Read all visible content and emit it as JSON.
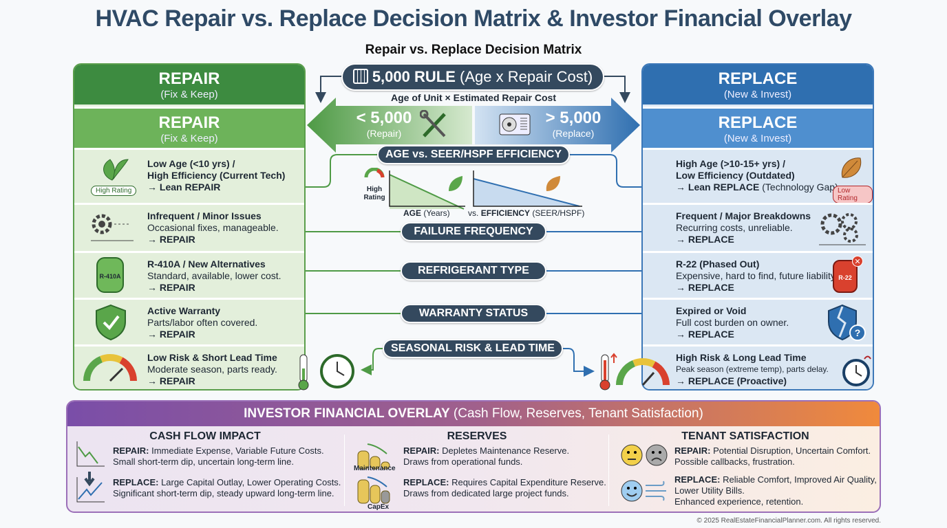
{
  "title": "HVAC Repair vs. Replace Decision Matrix & Investor Financial Overlay",
  "subtitle": "Repair vs. Replace Decision Matrix",
  "rule": {
    "bold": "5,000 RULE",
    "rest": "(Age x Repair Cost)",
    "formula": "Age of Unit × Estimated Repair Cost",
    "repair_value": "< 5,000",
    "repair_label": "(Repair)",
    "replace_value": "> 5,000",
    "replace_label": "(Replace)"
  },
  "factors": {
    "age": "AGE vs. SEER/HSPF EFFICIENCY",
    "failure": "FAILURE FREQUENCY",
    "refrigerant": "REFRIGERANT TYPE",
    "warranty": "WARRANTY STATUS",
    "seasonal": "SEASONAL RISK & LEAD TIME"
  },
  "age_chart": {
    "gauge_label_1": "High",
    "gauge_label_2": "Rating",
    "x_label_bold": "AGE",
    "x_label_rest": "(Years)",
    "y_prefix": "vs.",
    "y_label_bold": "EFFICIENCY",
    "y_label_rest": "(SEER/HSPF)"
  },
  "repair": {
    "title": "REPAIR",
    "sub": "(Fix & Keep)",
    "rows": [
      {
        "title": "Low Age (<10 yrs) /",
        "line": "High Efficiency (Current Tech)",
        "action": "→ Lean REPAIR",
        "badge": "High Rating"
      },
      {
        "title": "Infrequent / Minor Issues",
        "line": "Occasional fixes, manageable.",
        "action": "→ REPAIR"
      },
      {
        "title": "R-410A / New Alternatives",
        "line": "Standard, available, lower cost.",
        "action": "→ REPAIR",
        "tank": "R-410A"
      },
      {
        "title": "Active Warranty",
        "line": "Parts/labor often covered.",
        "action": "→ REPAIR"
      },
      {
        "title": "Low Risk & Short Lead Time",
        "line": "Moderate season, parts ready.",
        "action": "→ REPAIR"
      }
    ]
  },
  "replace": {
    "title": "REPLACE",
    "sub": "(New & Invest)",
    "rows": [
      {
        "title": "High Age (>10-15+ yrs) /",
        "line": "Low Efficiency (Outdated)",
        "action": "→ Lean REPLACE",
        "action_rest": "(Technology Gap)",
        "badge": "Low Rating"
      },
      {
        "title": "Frequent / Major Breakdowns",
        "line": "Recurring costs, unreliable.",
        "action": "→ REPLACE"
      },
      {
        "title": "R-22 (Phased Out)",
        "line": "Expensive, hard to find, future liability.",
        "action": "→ REPLACE",
        "tank": "R-22"
      },
      {
        "title": "Expired or Void",
        "line": "Full cost burden on owner.",
        "action": "→ REPLACE"
      },
      {
        "title": "High Risk & Long Lead Time",
        "line": "Peak season (extreme temp), parts delay.",
        "action": "→ REPLACE (Proactive)"
      }
    ]
  },
  "overlay": {
    "title_bold": "INVESTOR FINANCIAL OVERLAY",
    "title_rest": "(Cash Flow, Reserves, Tenant Satisfaction)",
    "cash": {
      "title": "CASH FLOW IMPACT",
      "repair_label": "REPAIR:",
      "repair_text": "Immediate Expense, Variable Future Costs.",
      "repair_text2": "Small short-term dip, uncertain long-term line.",
      "replace_label": "REPLACE:",
      "replace_text": "Large Capital Outlay, Lower Operating Costs.",
      "replace_text2": "Significant short-term dip, steady upward long-term line."
    },
    "reserves": {
      "title": "RESERVES",
      "repair_label": "REPAIR:",
      "repair_text": "Depletes Maintenance Reserve.",
      "repair_text2": "Draws from operational funds.",
      "maint_label": "Maintenance",
      "replace_label": "REPLACE:",
      "replace_text": "Requires Capital Expenditure Reserve.",
      "replace_text2": "Draws from dedicated large project funds.",
      "capex_label": "CapEx"
    },
    "tenant": {
      "title": "TENANT SATISFACTION",
      "repair_label": "REPAIR:",
      "repair_text": "Potential Disruption, Uncertain Comfort.",
      "repair_text2": "Possible callbacks, frustration.",
      "replace_label": "REPLACE:",
      "replace_text": "Reliable Comfort, Improved Air Quality,",
      "replace_text2": "Lower Utility Bills.",
      "replace_text3": "Enhanced experience, retention."
    }
  },
  "copyright": "© 2025 RealEstateFinancialPlanner.com. All rights reserved.",
  "colors": {
    "repair": "#3d8b40",
    "replace": "#2f6fb0",
    "navy": "#34495e",
    "purple": "#7a4ea8",
    "orange": "#f08a3c"
  }
}
